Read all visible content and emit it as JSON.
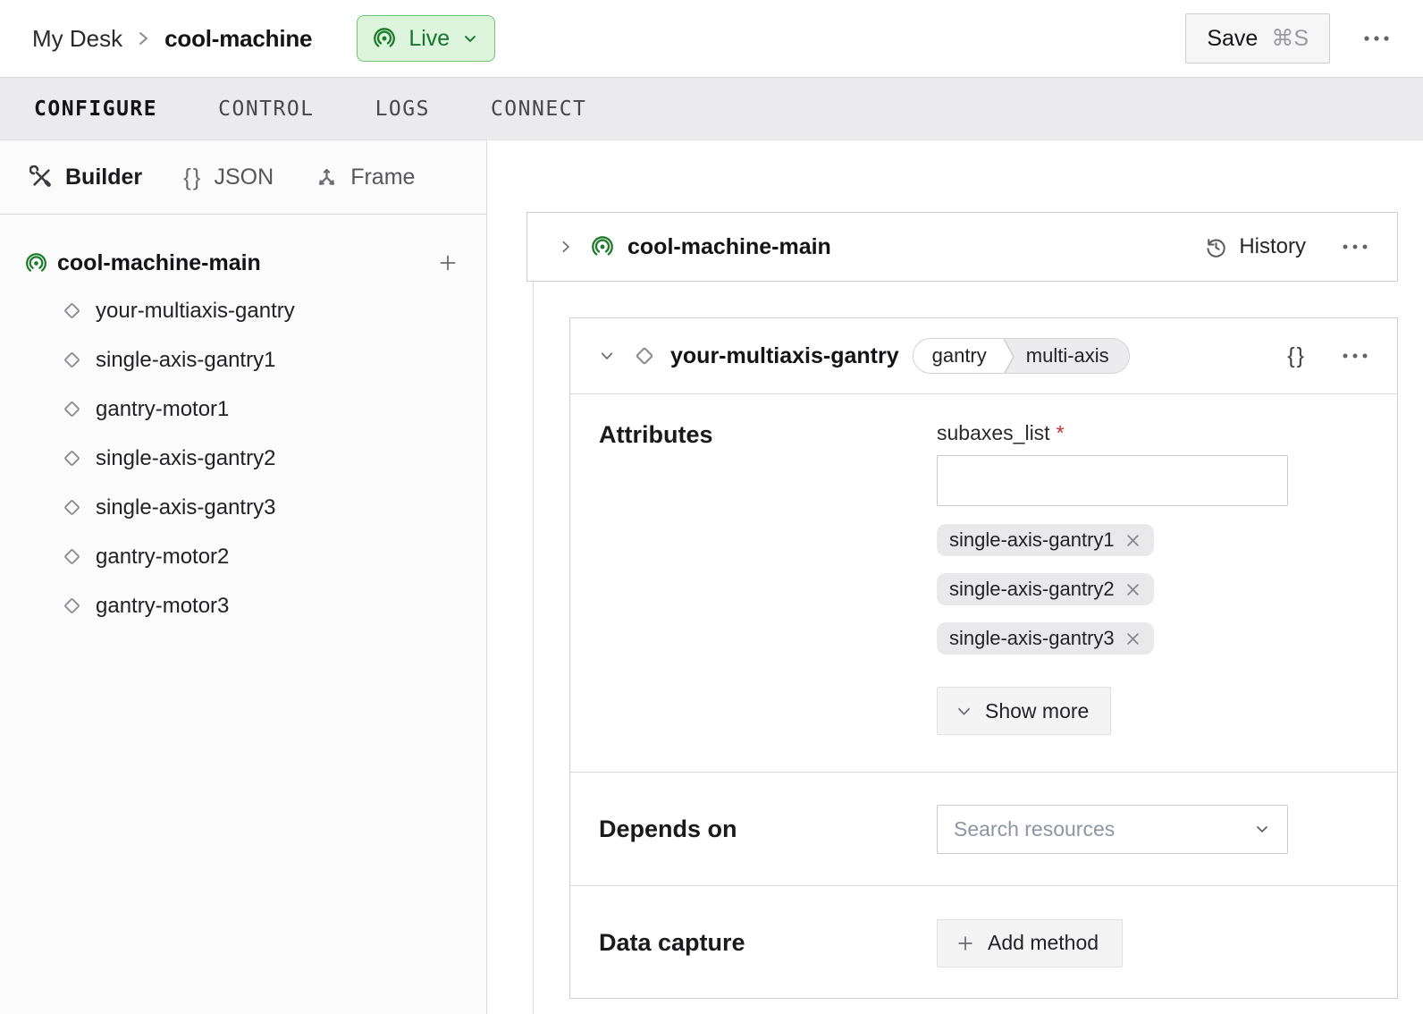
{
  "header": {
    "breadcrumb": {
      "parent": "My Desk",
      "current": "cool-machine"
    },
    "status": {
      "label": "Live"
    },
    "save": {
      "label": "Save",
      "shortcut": "⌘S"
    }
  },
  "tabs": {
    "items": [
      "CONFIGURE",
      "CONTROL",
      "LOGS",
      "CONNECT"
    ],
    "active": "CONFIGURE"
  },
  "sidebar": {
    "modes": [
      "Builder",
      "JSON",
      "Frame"
    ],
    "active_mode": "Builder",
    "tree": {
      "root_label": "cool-machine-main",
      "items": [
        "your-multiaxis-gantry",
        "single-axis-gantry1",
        "gantry-motor1",
        "single-axis-gantry2",
        "single-axis-gantry3",
        "gantry-motor2",
        "gantry-motor3"
      ]
    }
  },
  "main": {
    "machine_card": {
      "title": "cool-machine-main",
      "history_label": "History"
    },
    "resource_card": {
      "title": "your-multiaxis-gantry",
      "tags": [
        "gantry",
        "multi-axis"
      ],
      "attributes": {
        "heading": "Attributes",
        "field_label": "subaxes_list",
        "required_marker": "*",
        "value": "",
        "chips": [
          "single-axis-gantry1",
          "single-axis-gantry2",
          "single-axis-gantry3"
        ],
        "show_more_label": "Show more"
      },
      "depends_on": {
        "heading": "Depends on",
        "placeholder": "Search resources"
      },
      "data_capture": {
        "heading": "Data capture",
        "add_label": "Add method"
      }
    }
  },
  "glyphs": {
    "braces": "{}"
  },
  "colors": {
    "accent_green": "#1f7c2c",
    "live_bg": "#dcf5dc",
    "live_border": "#6cc56e",
    "live_text": "#17742b",
    "required_red": "#c03030",
    "tabbar_bg": "#ebebed",
    "chip_bg": "#e9e9ec",
    "card_border": "#cfcfd3"
  }
}
